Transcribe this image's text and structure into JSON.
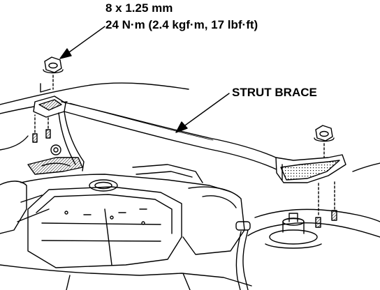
{
  "callouts": {
    "bolt_size": "8 x 1.25 mm",
    "torque": "24 N·m (2.4 kgf·m, 17 lbf·ft)",
    "part_name": "STRUT BRACE"
  },
  "colors": {
    "ink": "#000000",
    "paper": "#ffffff",
    "shading": "#808080"
  }
}
